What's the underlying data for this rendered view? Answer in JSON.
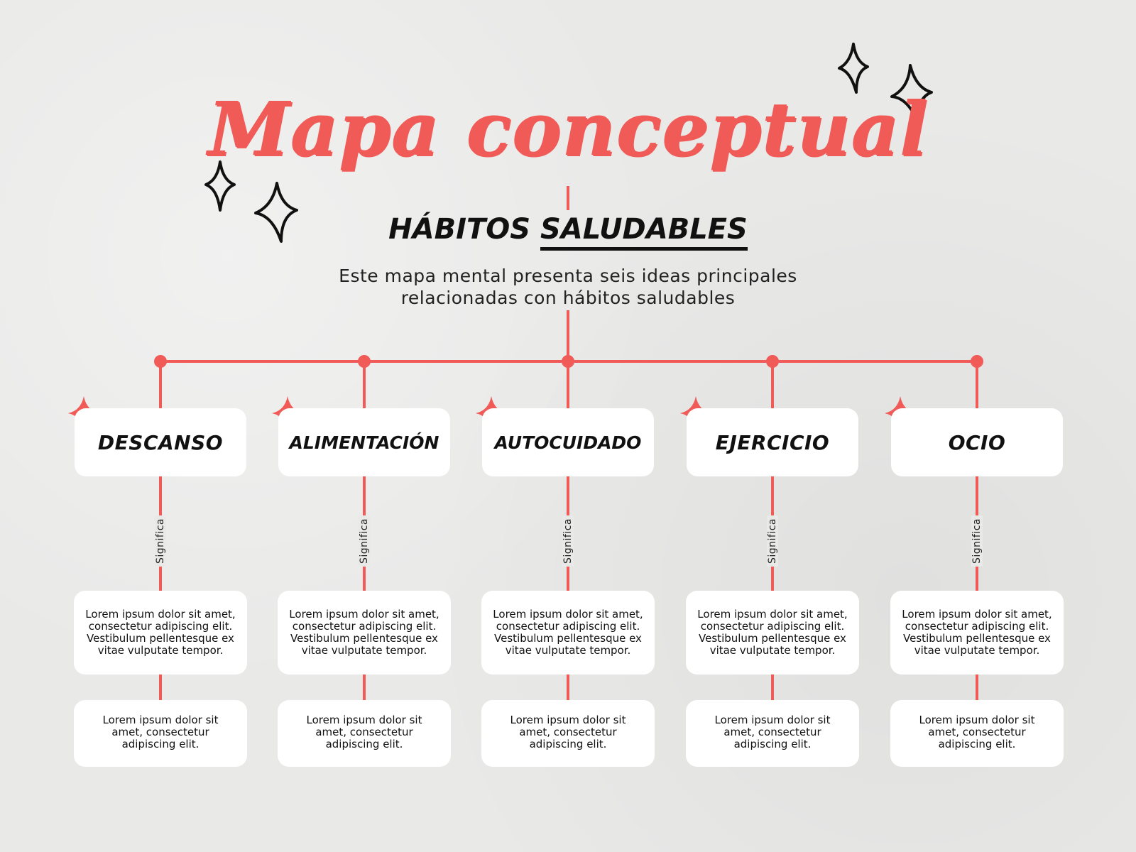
{
  "title": "Mapa conceptual",
  "subtitle": {
    "part1": "HÁBITOS ",
    "part2": "SALUDABLES"
  },
  "description": "Este mapa mental presenta seis ideas principales relacionadas con hábitos saludables",
  "accent_color": "#f05a57",
  "link_label": "Significa",
  "concepts": [
    {
      "label": "DESCANSO",
      "detail": "Lorem ipsum dolor sit amet, consectetur adipiscing elit. Vestibulum pellentesque ex vitae vulputate tempor.",
      "note": "Lorem ipsum dolor sit amet, consectetur adipiscing elit."
    },
    {
      "label": "ALIMENTACIÓN",
      "detail": "Lorem ipsum dolor sit amet, consectetur adipiscing elit. Vestibulum pellentesque ex vitae vulputate tempor.",
      "note": "Lorem ipsum dolor sit amet, consectetur adipiscing elit."
    },
    {
      "label": "AUTOCUIDADO",
      "detail": "Lorem ipsum dolor sit amet, consectetur adipiscing elit. Vestibulum pellentesque ex vitae vulputate tempor.",
      "note": "Lorem ipsum dolor sit amet, consectetur adipiscing elit."
    },
    {
      "label": "EJERCICIO",
      "detail": "Lorem ipsum dolor sit amet, consectetur adipiscing elit. Vestibulum pellentesque ex vitae vulputate tempor.",
      "note": "Lorem ipsum dolor sit amet, consectetur adipiscing elit."
    },
    {
      "label": "OCIO",
      "detail": "Lorem ipsum dolor sit amet, consectetur adipiscing elit. Vestibulum pellentesque ex vitae vulputate tempor.",
      "note": "Lorem ipsum dolor sit amet, consectetur adipiscing elit."
    }
  ]
}
